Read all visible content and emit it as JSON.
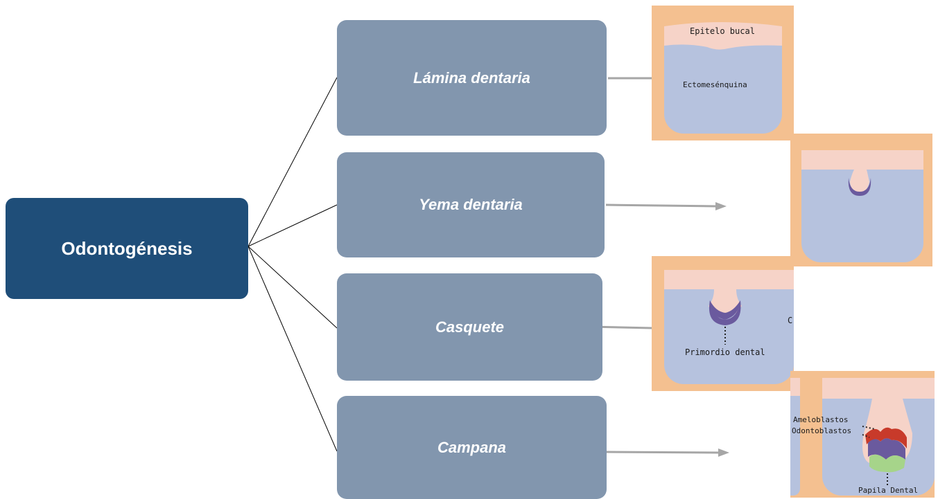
{
  "root": {
    "label": "Odontogénesis"
  },
  "stages": [
    {
      "label": "Lámina dentaria"
    },
    {
      "label": "Yema dentaria"
    },
    {
      "label": "Casquete"
    },
    {
      "label": "Campana"
    }
  ],
  "images": {
    "lamina": {
      "epitelio": "Epitelo bucal",
      "ecto": "Ectomesénquina"
    },
    "casquete": {
      "primordio": "Primordio dental",
      "cut": "C"
    },
    "campana": {
      "amelo": "Ameloblastos",
      "odonto": "Odontoblastos",
      "papila": "Papila Dental"
    }
  },
  "colors": {
    "root_bg": "#1f4e79",
    "stage_bg": "#8296ae",
    "panel_bg": "#f4c090",
    "tissue": "#b6c2de",
    "epithelium": "#f6d3c8",
    "connector_gray": "#a6a6a6"
  }
}
